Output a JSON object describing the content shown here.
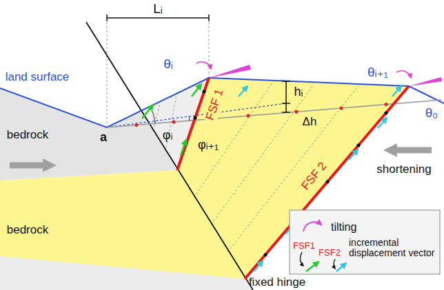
{
  "diagram": {
    "labels": [
      "Lᵢ",
      "θᵢ",
      "hᵢ",
      "θᵢ₊₁",
      "θ₀",
      "land surface",
      "a",
      "Δh",
      "φᵢ",
      "φᵢ₊₁",
      "bedrock",
      "FSF 1",
      "FSF 2",
      "shortening",
      "bedrock",
      "fixed hinge",
      "FSF1",
      "FSF2"
    ],
    "legend": [
      {
        "text": "tilting"
      },
      {
        "text": "incremental displacement vector"
      }
    ]
  }
}
